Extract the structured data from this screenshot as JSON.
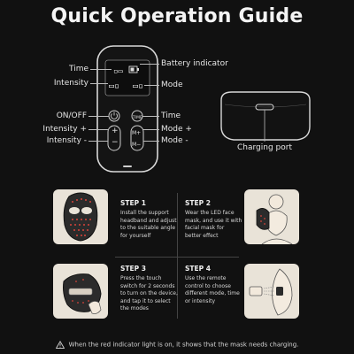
{
  "title": "Quick Operation Guide",
  "remote": {
    "labels": {
      "time_top": "Time",
      "intensity": "Intensity",
      "battery": "Battery indicator",
      "mode": "Mode",
      "onoff": "ON/OFF",
      "time_btn": "Time",
      "intensity_plus": "Intensity +",
      "mode_plus": "Mode +",
      "intensity_minus": "Intensity -",
      "mode_minus": "Mode -"
    },
    "button_text": {
      "time": "TIME",
      "int_plus": "+",
      "int_minus": "−",
      "mode_plus": "M+",
      "mode_minus": "M−"
    }
  },
  "charging": {
    "label": "Charging port"
  },
  "steps": [
    {
      "heading": "STEP 1",
      "lines": [
        "Install the support",
        "headband and adjust",
        "to the suitable angle",
        "for yourself"
      ]
    },
    {
      "heading": "STEP 2",
      "lines": [
        "Wear the LED face",
        "mask, and use it with",
        "facial mask for",
        "better effect"
      ]
    },
    {
      "heading": "STEP 3",
      "lines": [
        "Press the touch",
        "switch for 2 seconds",
        "to turn on the device,",
        "and tap it to select",
        "the modes"
      ]
    },
    {
      "heading": "STEP 4",
      "lines": [
        "Use the remote",
        "control to choose",
        "different mode, time",
        "or intensity"
      ]
    }
  ],
  "footer": "When the red indicator light is on, it shows that the mask needs charging.",
  "colors": {
    "background": "#111111",
    "text": "#ededed",
    "thumb_bg": "#e9e3d8"
  }
}
